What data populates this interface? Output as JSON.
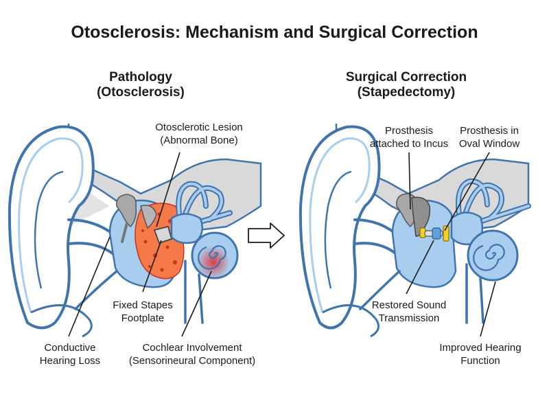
{
  "title": "Otosclerosis: Mechanism and Surgical Correction",
  "left_panel": {
    "heading": [
      "Pathology",
      "(Otosclerosis)"
    ],
    "labels": {
      "lesion": [
        "Otosclerotic Lesion",
        "(Abnormal Bone)"
      ],
      "stapes": [
        "Fixed Stapes",
        "Footplate"
      ],
      "hearing_loss": [
        "Conductive",
        "Hearing Loss"
      ],
      "cochlear": [
        "Cochlear Involvement",
        "(Sensorineural Component)"
      ]
    }
  },
  "right_panel": {
    "heading": [
      "Surgical Correction",
      "(Stapedectomy)"
    ],
    "labels": {
      "incus": [
        "Prosthesis",
        "attached to Incus"
      ],
      "oval_window": [
        "Prosthesis in",
        "Oval Window"
      ],
      "transmission": [
        "Restored Sound",
        "Transmission"
      ],
      "improved": [
        "Improved Hearing",
        "Function"
      ]
    }
  },
  "colors": {
    "outline_blue": "#3f74ad",
    "fill_blue": "#a9cdee",
    "bone_gray": "#c9c9c9",
    "lesion_orange": "#f47a4a",
    "lesion_dark": "#c8321c",
    "prosthesis_yellow": "#f2d22a",
    "prosthesis_blue": "#5fa0dd"
  },
  "arrow_icon": "right-arrow-icon"
}
